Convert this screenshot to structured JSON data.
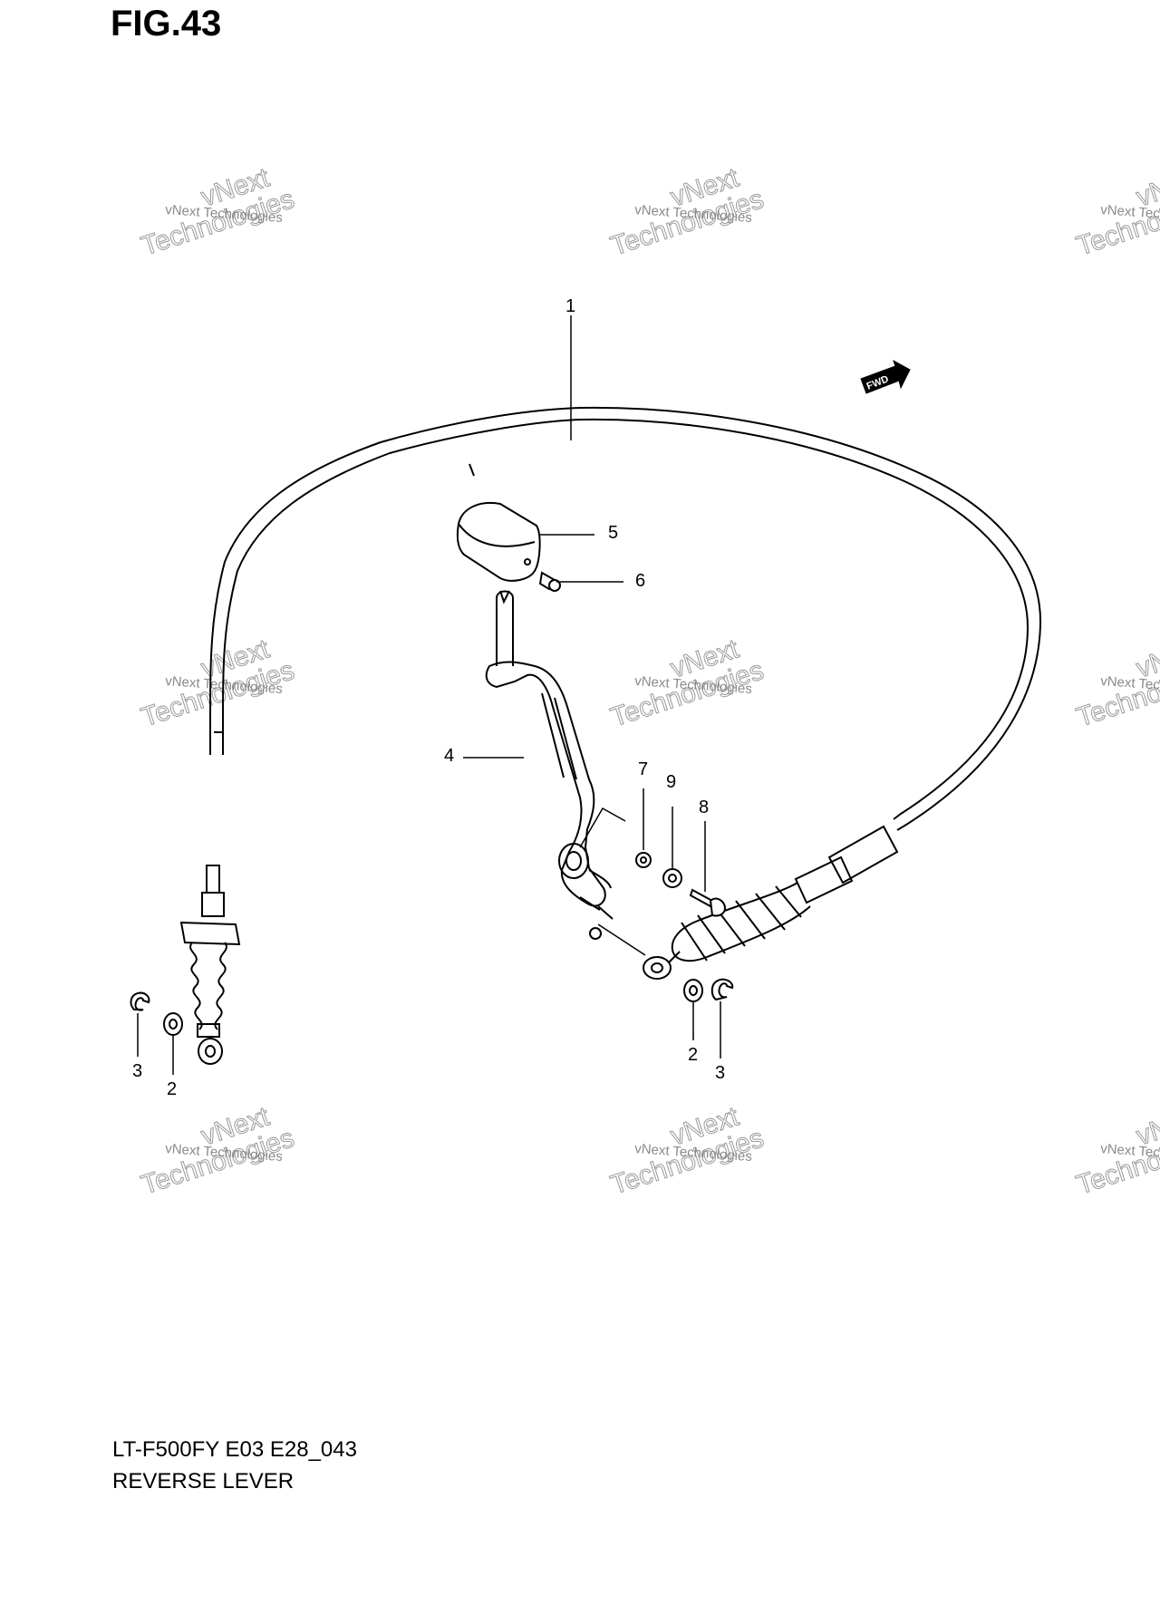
{
  "figure": {
    "title": "FIG.43",
    "model_code": "LT-F500FY E03 E28_043",
    "assembly_name": "REVERSE LEVER"
  },
  "fwd_arrow_label": "FWD",
  "callouts": [
    {
      "id": "c1",
      "label": "1"
    },
    {
      "id": "c2a",
      "label": "2"
    },
    {
      "id": "c2b",
      "label": "2"
    },
    {
      "id": "c3a",
      "label": "3"
    },
    {
      "id": "c3b",
      "label": "3"
    },
    {
      "id": "c4",
      "label": "4"
    },
    {
      "id": "c5",
      "label": "5"
    },
    {
      "id": "c6",
      "label": "6"
    },
    {
      "id": "c7",
      "label": "7"
    },
    {
      "id": "c8",
      "label": "8"
    },
    {
      "id": "c9",
      "label": "9"
    }
  ],
  "watermark": {
    "line_small": "vNext Technologies",
    "line_big_top": "vNext",
    "line_big_bottom": "Technologies"
  }
}
